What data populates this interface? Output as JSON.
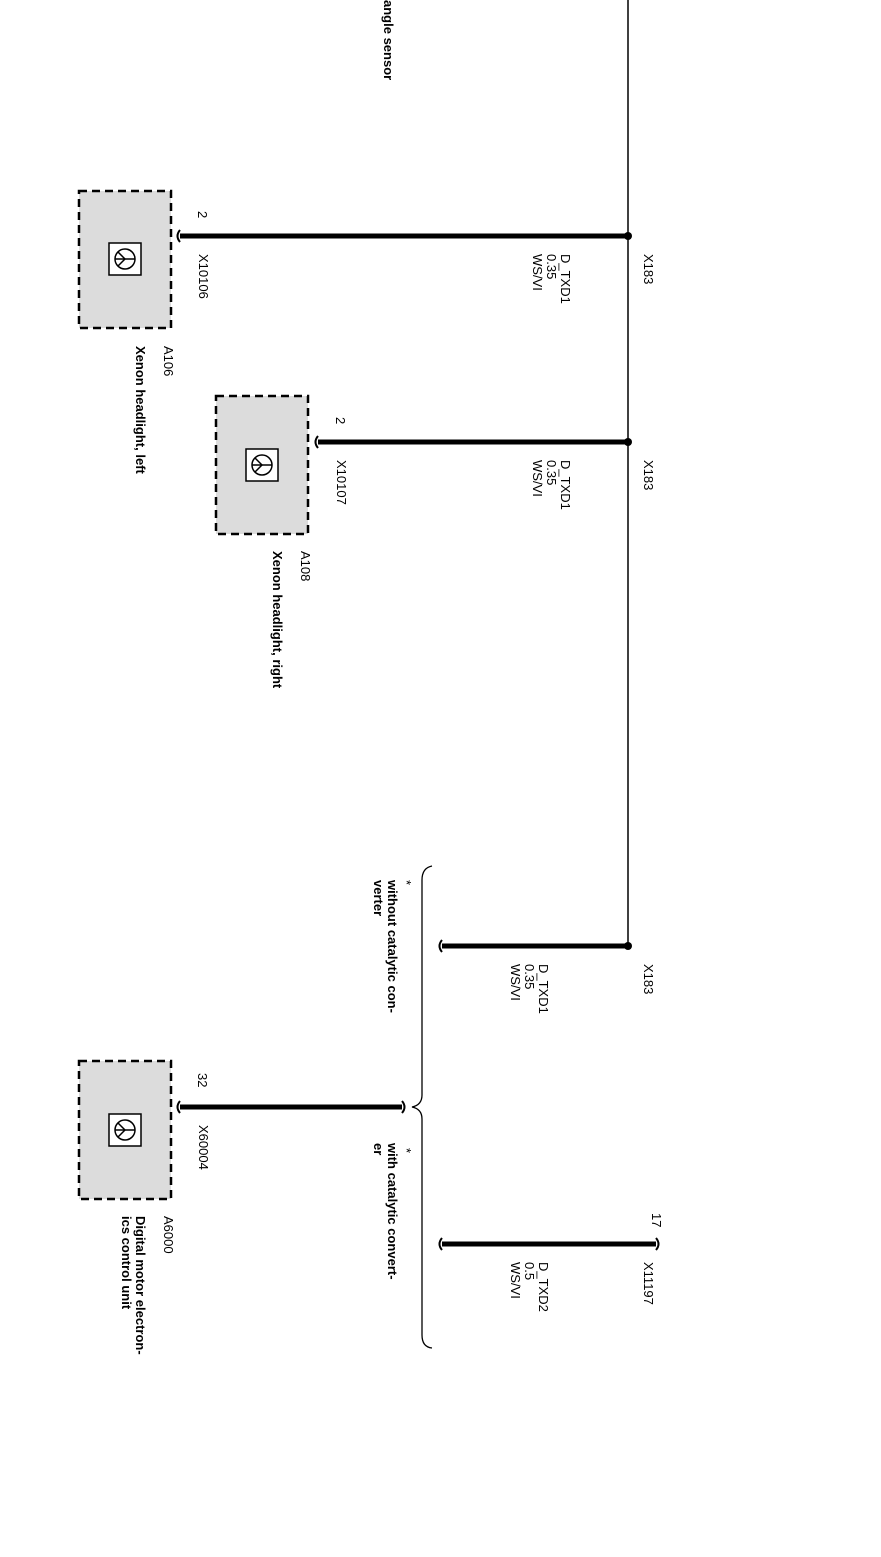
{
  "header": {
    "angle_sensor_label": "angle sensor"
  },
  "bus": {
    "connector_top": "X183",
    "connector_mid": "X183",
    "connector_low": "X183"
  },
  "wires": [
    {
      "signal": "D_TXD1",
      "gauge": "0.35",
      "color": "WS/VI"
    },
    {
      "signal": "D_TXD1",
      "gauge": "0.35",
      "color": "WS/VI"
    },
    {
      "signal": "D_TXD1",
      "gauge": "0.35",
      "color": "WS/VI"
    },
    {
      "signal": "D_TXD2",
      "gauge": "0.5",
      "color": "WS/VI"
    }
  ],
  "components": [
    {
      "id": "A106",
      "name": "Xenon headlight, left",
      "connector": "X10106",
      "pin": "2",
      "icon": "control-unit-icon"
    },
    {
      "id": "A108",
      "name": "Xenon headlight, right",
      "connector": "X10107",
      "pin": "2",
      "icon": "control-unit-icon"
    },
    {
      "id": "A6000",
      "name_line1": "Digital motor electron-",
      "name_line2": "ics control unit",
      "connector": "X60004",
      "pin": "32",
      "icon": "control-unit-icon"
    }
  ],
  "variants": {
    "marker": "*",
    "without_line1": "without catalytic con-",
    "without_line2": "verter",
    "with_line1": "with catalytic convert-",
    "with_line2": "er"
  },
  "engine_connector": {
    "connector": "X11197",
    "pin": "17"
  }
}
